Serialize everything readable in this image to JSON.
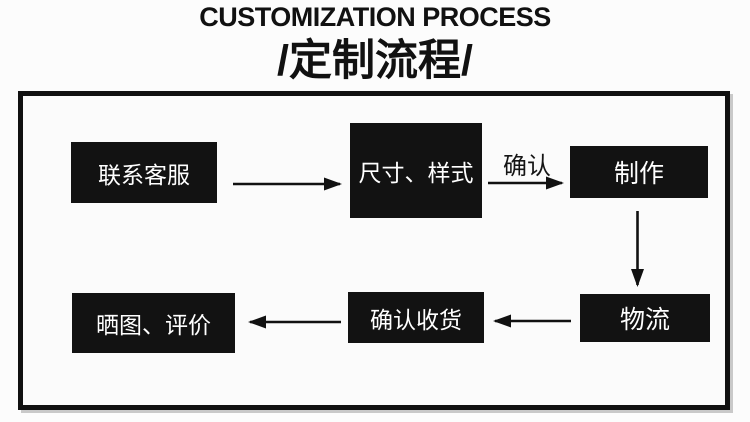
{
  "header": {
    "title_en": "CUSTOMIZATION PROCESS",
    "title_zh": "/定制流程/"
  },
  "flow": {
    "arrow_label": "确认",
    "steps": [
      {
        "id": "contact-service",
        "label": "联系客服"
      },
      {
        "id": "size-style",
        "label": "尺寸、样式"
      },
      {
        "id": "production",
        "label": "制作"
      },
      {
        "id": "logistics",
        "label": "物流"
      },
      {
        "id": "confirm-receipt",
        "label": "确认收货"
      },
      {
        "id": "photo-review",
        "label": "晒图、评价"
      }
    ],
    "connections": [
      {
        "from": "contact-service",
        "to": "size-style",
        "direction": "right"
      },
      {
        "from": "size-style",
        "to": "production",
        "direction": "right",
        "label": "确认"
      },
      {
        "from": "production",
        "to": "logistics",
        "direction": "down"
      },
      {
        "from": "logistics",
        "to": "confirm-receipt",
        "direction": "left"
      },
      {
        "from": "confirm-receipt",
        "to": "photo-review",
        "direction": "left"
      }
    ]
  },
  "colors": {
    "background": "#fcfcfc",
    "box_fill": "#121212",
    "box_text": "#ffffff",
    "frame_border": "#111111",
    "arrow": "#111111",
    "title_text": "#111111"
  }
}
